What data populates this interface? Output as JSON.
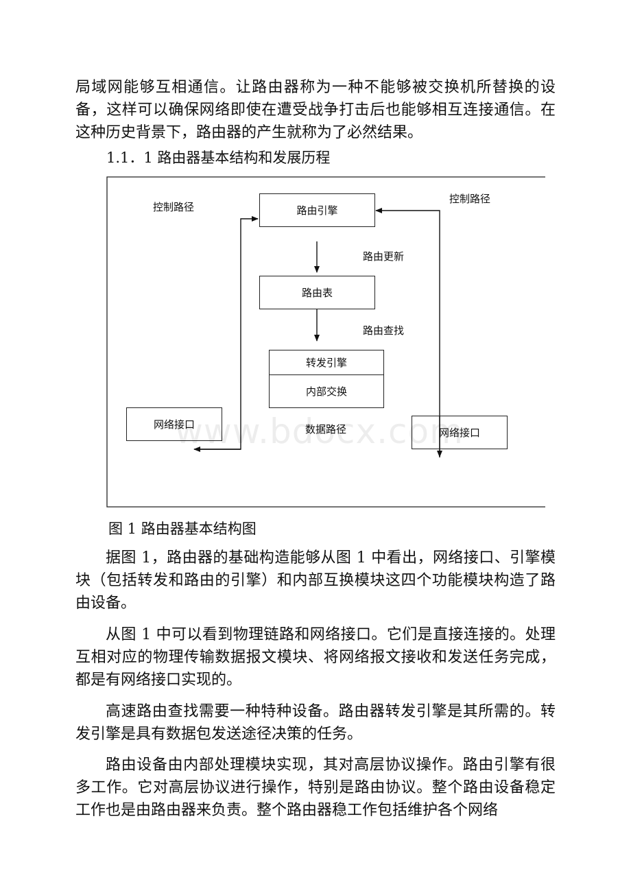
{
  "paragraphs": {
    "p1": "局域网能够互相通信。让路由器称为一种不能够被交换机所替换的设备，这样可以确保网络即使在遭受战争打击后也能够相互连接通信。在这种历史背景下，路由器的产生就称为了必然结果。",
    "heading": "1.1．1 路由器基本结构和发展历程",
    "caption": "图 1 路由器基本结构图",
    "p2": "据图 1，路由器的基础构造能够从图 1 中看出，网络接口、引擎模块（包括转发和路由的引擎）和内部互换模块这四个功能模块构造了路由设备。",
    "p3": "从图 1 中可以看到物理链路和网络接口。它们是直接连接的。处理互相对应的物理传输数据报文模块、将网络报文接收和发送任务完成，都是有网络接口实现的。",
    "p4": "高速路由查找需要一种特种设备。路由器转发引擎是其所需的。转发引擎是具有数据包发送途径决策的任务。",
    "p5": "路由设备由内部处理模块实现，其对高层协议操作。路由引擎有很多工作。它对高层协议进行操作，特别是路由协议。整个路由设备稳定工作也是由路由器来负责。整个路由器稳工作包括维护各个网络"
  },
  "diagram": {
    "routing_engine": "路由引擎",
    "routing_table": "路由表",
    "forwarding_engine": "转发引擎",
    "internal_switch": "内部交换",
    "net_if_left": "网络接口",
    "net_if_right": "网络接口",
    "control_path_left": "控制路径",
    "control_path_right": "控制路径",
    "route_update": "路由更新",
    "route_lookup": "路由查找",
    "data_path": "数据路径"
  },
  "watermark": "www.bdocx.com"
}
